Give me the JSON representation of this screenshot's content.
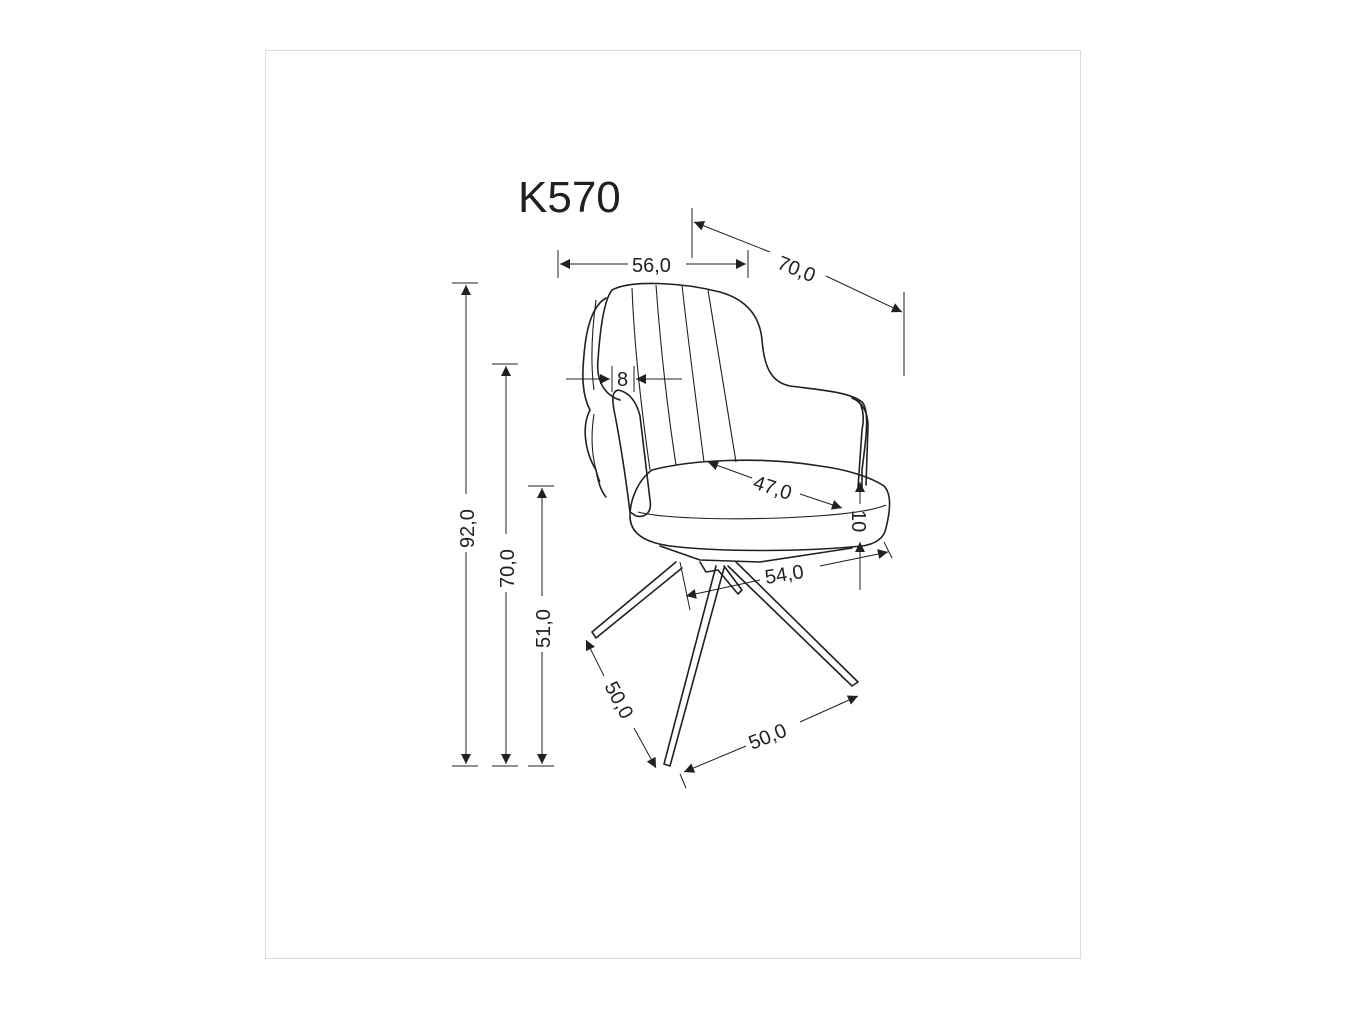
{
  "product": {
    "model": "K570"
  },
  "dimensions": {
    "width": "56,0",
    "depth": "70,0",
    "height_total": "92,0",
    "height_armrest": "70,0",
    "height_seat": "51,0",
    "back_thickness": "8",
    "seat_depth": "47,0",
    "seat_thickness": "10",
    "seat_width": "54,0",
    "base_side_a": "50,0",
    "base_side_b": "50,0"
  }
}
